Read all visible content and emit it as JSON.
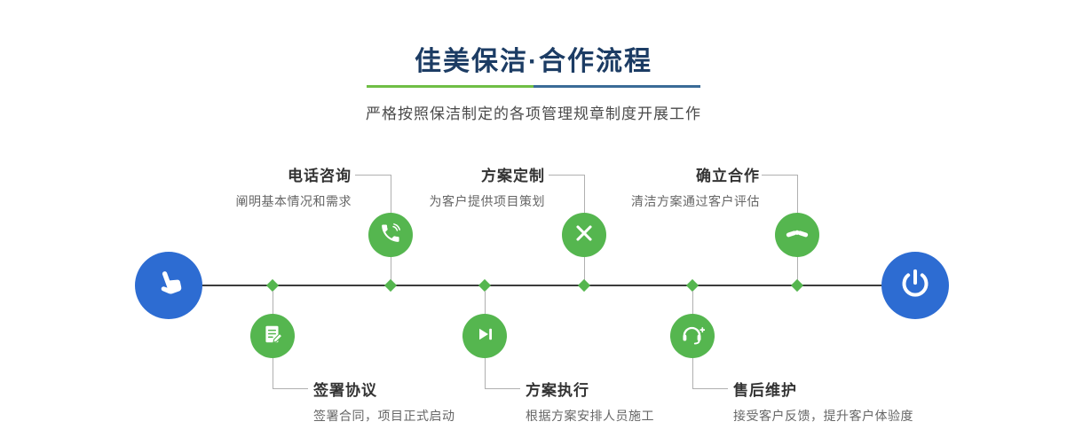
{
  "header": {
    "title": "佳美保洁·合作流程",
    "subtitle": "严格按照保洁制定的各项管理规章制度开展工作"
  },
  "timeline": {
    "start_icon": "hand-pointer-icon",
    "end_icon": "power-icon",
    "steps_top": [
      {
        "title": "电话咨询",
        "desc": "阐明基本情况和需求",
        "icon": "phone-icon"
      },
      {
        "title": "方案定制",
        "desc": "为客户提供项目策划",
        "icon": "design-icon"
      },
      {
        "title": "确立合作",
        "desc": "清洁方案通过客户评估",
        "icon": "handshake-icon"
      }
    ],
    "steps_bottom": [
      {
        "title": "签署协议",
        "desc": "签署合同，项目正式启动",
        "icon": "contract-icon"
      },
      {
        "title": "方案执行",
        "desc": "根据方案安排人员施工",
        "icon": "play-icon"
      },
      {
        "title": "售后维护",
        "desc": "接受客户反馈，提升客户体验度",
        "icon": "headset-icon"
      }
    ]
  },
  "theme": {
    "navy": "#1c3c64",
    "green": "#55b64f",
    "blue": "#2d6cd2",
    "underline_green": "#6fbe45",
    "underline_blue": "#3a6b97",
    "line": "#3c3c3c"
  }
}
